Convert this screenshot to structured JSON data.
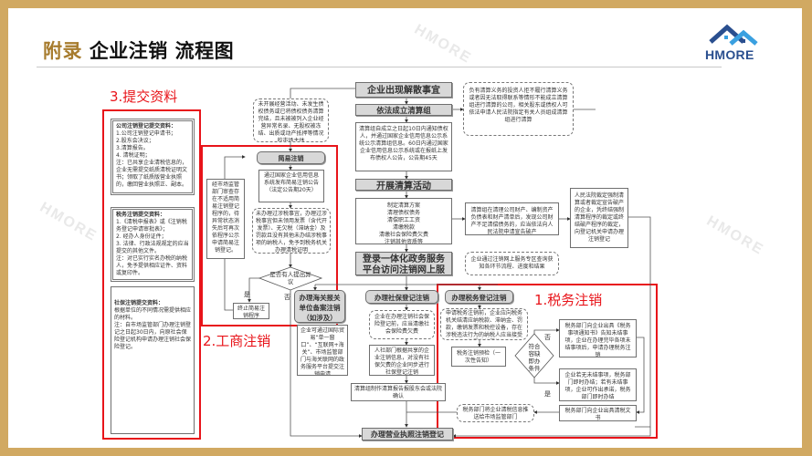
{
  "header": {
    "title_accent": "附录",
    "title_main": "企业注销 流程图",
    "logo_text": "HMORE",
    "watermark": "HMORE"
  },
  "colors": {
    "frame": "#d1a962",
    "accent": "#a77c2e",
    "highlight": "#e8141a",
    "logo_blue": "#2a4f8f",
    "logo_light_blue": "#3aa0e0",
    "gray_box": "#d8d8d8"
  },
  "sections": {
    "submit_materials": "3.提交资料",
    "business_cancel": "2.工商注销",
    "tax_cancel": "1.税务注销"
  },
  "materials": {
    "company": {
      "heading": "公司注销登记提交资料：",
      "lines": [
        "1.公司注销登记申请书；",
        "2.股东会决议；",
        "3.清算报告。",
        "4. 清税证明；",
        "注：已共享企业清税信息的，企业无需提交纸质清税证明文书；领取了纸质版营业执照的，缴回营业执照正、副本。"
      ]
    },
    "tax": {
      "heading": "税务注销提交资料：",
      "lines": [
        "1.《清税申报表》或《注销税务登记申请审批表》；",
        "2. 经办人身份证件；",
        "3. 法律、行政法规规定的应当提交的其他文件。",
        "注：对已实行实名办税的纳税人，免予提供相应证件、资料或复印件。"
      ]
    },
    "social": {
      "heading": "社保注销提交资料：",
      "lines": [
        "根据单位的不同情况需提供相应的材料。",
        "注：自市场监管部门办理注销登记之日起30日内，向原社会保险登记机构申请办理注销社会保险登记。"
      ]
    }
  },
  "flow": {
    "start": "企业出现解散事宜",
    "simple_condition": "未开展经营活动、未发生债权债务或已将债权债务清算完结，且未被被列入企业经营异常名录、无股权被冻结、出质或动产抵押等情况的市场主体",
    "simple_cancel": "简易注销",
    "simple_notice": "通过国家企业信用信息系统发布简易注销公告（法定公告期20天）",
    "tax_exempt": "未办理过涉税事宜，办理过涉税事宜但未领用发票（含代开发票）、无欠税（滞纳金）及罚款且没有其他未办结涉税事项的纳税人，免予到税务机关办理清税证明",
    "objection": "是否有人提出异议",
    "yes": "是",
    "no": "否",
    "terminate": "终止简易注销程序",
    "reapply": "经市场监管部门审查存在不适用简易注销登记程序的，待异常状态消失后可再次依程序公示申请简易注销登记。",
    "form_group": "依法成立清算组",
    "court_appoint": "负有清算义务的投资人拒不履行清算义务或者因无法取得联系等情形不能成立清算组进行清算的公司，相关股东或债权人可依法申请人民法院指定有关人员组成清算组进行清算",
    "notify": "清算组自成立之日起10日内通知债权人，并通过国家企业信用信息公示系统公示清算组信息。60日内通过国家企业信用信息公示系统或在报纸上发布债权人公告，公告期45天",
    "liquidation": "开展清算活动",
    "liquidation_items": [
      "制定清算方案",
      "清理债权债务",
      "清偿职工工资",
      "清缴税款",
      "清缴社会保险费欠费",
      "注销其他资质等"
    ],
    "bankruptcy": "清算组在清理公司财产、编制资产负债表和财产清单后，发现公司财产不足清偿债务的，应当依法向人民法院申请宣告破产",
    "court_order": "人民法院裁定强制清算或者裁定宣告破产的企业，凭终结强制清算程序的裁定或终结破产程序的裁定，向登记机关申请办理注销登记",
    "platform": "登录一体化政务服务平台访问注销网上服务专区",
    "platform_query": "企业通过注销网上服务专区查询获知各环节流程、进度和结果",
    "customs": "办理海关报关单位备案注销（如涉及）",
    "customs_detail": "企业可通过国际贸易“单一窗口”、“互联网+海关”、市场监管部门与海关联网的政务服务平台提交注销申请",
    "social": "办理社保登记注销",
    "social_before": "企业在办理注销社会保险登记前，应当清缴社会保险费欠费",
    "social_auto": "人社部门根据共享的企业注销信息，对没有社保欠费的企业同步进行社保登记注销",
    "report": "清算组制作清算报告报股东会或法院确认",
    "license": "办理营业执照注销登记",
    "tax": "办理税务登记注销",
    "tax_before": "申请税务注销前，企业应向税务机关结清应纳税款、滞纳金、罚款，缴销发票和税控设备，存在涉税违法行为的纳税人应当接受处罚缴纳罚款",
    "tax_precheck": "税务注销预检（一次性告知）",
    "tax_condition": "符合容缺即办条件",
    "tax_notice": "税务部门向企业出具《税务事项通知书》告知未结事项，企业在办理完毕各项未结事项后，申请办理税务注销",
    "tax_instant": "企业若无未结事项，税务部门即时办结；若有未结事项，企业可作出承诺，税务部门即时办结",
    "tax_certificate": "税务部门向企业出具清税文书",
    "tax_push": "税务部门将企业清税信息推送给市场监管部门"
  }
}
